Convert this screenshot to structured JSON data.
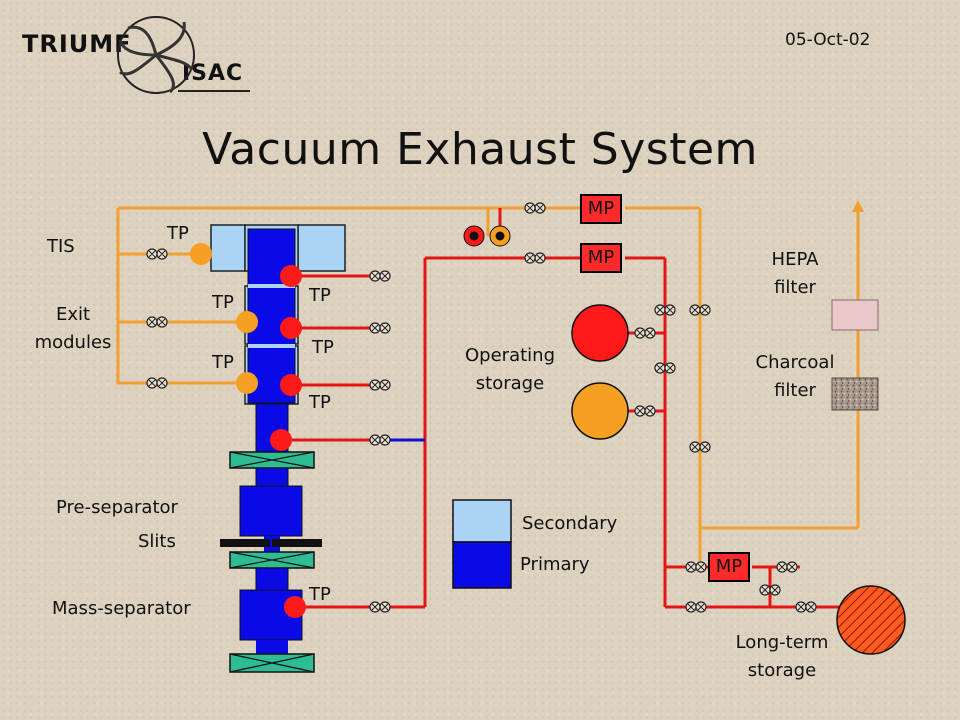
{
  "header": {
    "logo_triumf": "TRIUMF",
    "logo_isac": "ISAC",
    "date": "05-Oct-02",
    "title": "Vacuum Exhaust System"
  },
  "left_labels": {
    "tis": "TIS",
    "exit_line1": "Exit",
    "exit_line2": "modules",
    "pre_separator": "Pre-separator",
    "slits": "Slits",
    "mass_separator": "Mass-separator"
  },
  "pumps": {
    "tp": "TP",
    "mp": "MP"
  },
  "right_labels": {
    "operating_line1": "Operating",
    "operating_line2": "storage",
    "hepa_line1": "HEPA",
    "hepa_line2": "filter",
    "charcoal_line1": "Charcoal",
    "charcoal_line2": "filter",
    "longterm_line1": "Long-term",
    "longterm_line2": "storage"
  },
  "legend": {
    "secondary": "Secondary",
    "primary": "Primary",
    "secondary_color": "#aad4f5",
    "primary_color": "#0a0ae6"
  },
  "colors": {
    "primary_line": "#e31515",
    "secondary_line": "#f0a030",
    "pump_red": "#ff1a1a",
    "pump_orange": "#f5a023",
    "separator_green": "#2ebd92"
  }
}
